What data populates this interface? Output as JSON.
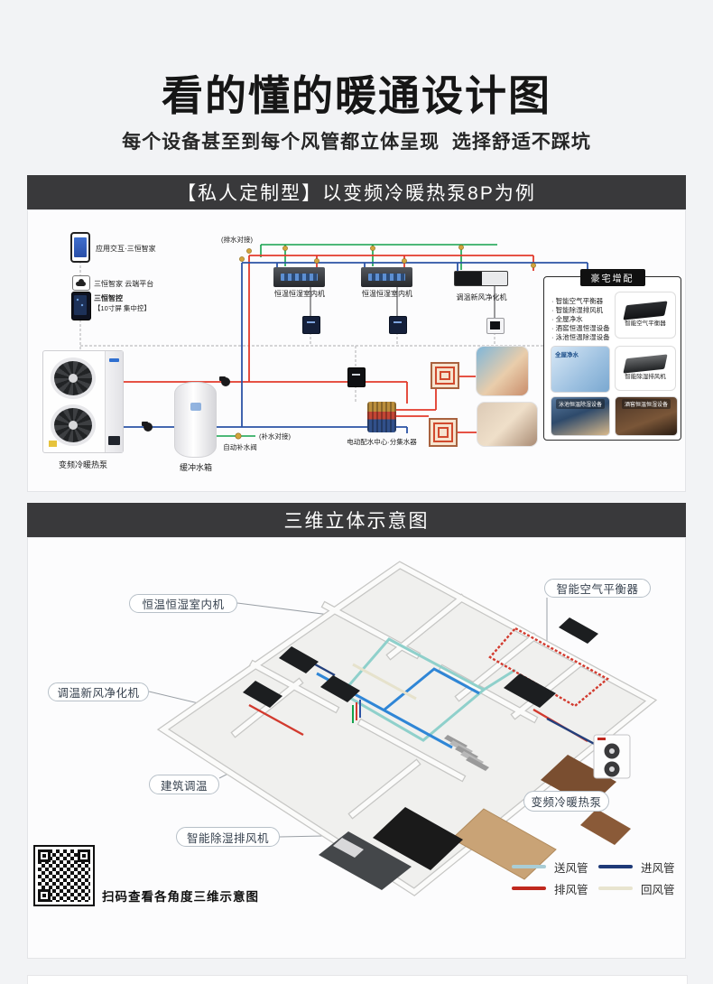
{
  "header": {
    "title": "看的懂的暖通设计图",
    "subtitle": "每个设备甚至到每个风管都立体呈现  选择舒适不踩坑"
  },
  "section1": {
    "banner": "【私人定制型】以变频冷暖热泵8P为例",
    "controls": {
      "app_label": "应用交互·三恒智家",
      "cloud_label": "三恒智家 云端平台",
      "panel_label": "三恒智控",
      "panel_sub": "【10寸屏 集中控】"
    },
    "equipment": {
      "heat_pump": "变频冷暖热泵",
      "buffer_tank": "缓冲水箱",
      "indoor_unit_1": "恒温恒湿室内机",
      "indoor_unit_2": "恒温恒湿室内机",
      "fresh_air_unit": "调温新风净化机",
      "manifold": "电动配水中心·分集水器",
      "auto_refill_valve": "自动补水阀"
    },
    "notes": {
      "drain": "(排水对接)",
      "refill": "(补水对接)"
    },
    "upgrade": {
      "title": "豪宅增配",
      "bullets": [
        "智能空气平衡器",
        "智能除湿排风机",
        "全屋净水",
        "酒窖恒温恒湿设备",
        "泳池恒温除湿设备"
      ],
      "caption_air_balancer": "智能空气平衡器",
      "caption_dehumidifier": "智能除湿排风机",
      "caption_water": "全屋净水",
      "caption_pool": "泳池恒温除湿设备",
      "caption_cellar": "酒窖恒温恒湿设备"
    }
  },
  "section2": {
    "banner": "三维立体示意图",
    "callouts": {
      "indoor_unit": "恒温恒湿室内机",
      "air_balancer": "智能空气平衡器",
      "fresh_air": "调温新风净化机",
      "building_temp": "建筑调温",
      "dehumidifier": "智能除湿排风机",
      "heat_pump": "变频冷暖热泵"
    },
    "qr_caption": "扫码查看各角度三维示意图",
    "legend": {
      "items": [
        {
          "label": "送风管",
          "color": "#a9cdd6"
        },
        {
          "label": "进风管",
          "color": "#1e3a78"
        },
        {
          "label": "排风管",
          "color": "#c0281e"
        },
        {
          "label": "回风管",
          "color": "#e8e4cf"
        }
      ]
    }
  },
  "colors": {
    "pipe_hot": "#e23a2b",
    "pipe_cold": "#2b53a5",
    "pipe_refill": "#13a24c",
    "banner_bg": "#39393b"
  }
}
